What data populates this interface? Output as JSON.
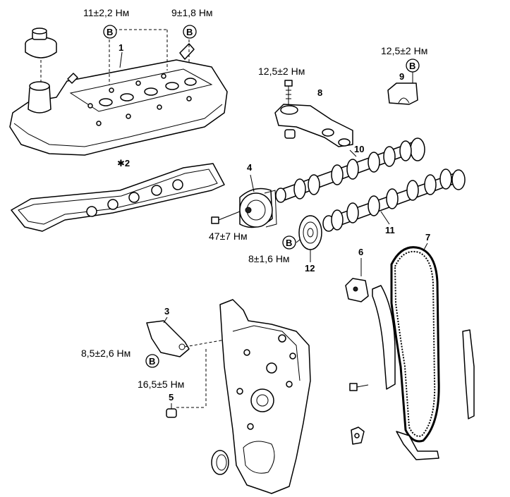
{
  "torques": {
    "t_cover_left": "11±2,2 Нм",
    "t_cover_right": "9±1,8 Нм",
    "t_part9": "12,5±2 Нм",
    "t_part8": "12,5±2 Нм",
    "t_sprocket4": "47±7 Нм",
    "t_gear12": "8±1,6 Нм",
    "t_part3": "8,5±2,6 Нм",
    "t_part5": "16,5±5 Нм"
  },
  "callouts": {
    "n1": "1",
    "n2": "✱2",
    "n3": "3",
    "n4": "4",
    "n5": "5",
    "n6": "6",
    "n7": "7",
    "n8": "8",
    "n9": "9",
    "n10": "10",
    "n11": "11",
    "n12": "12"
  },
  "bmark": "B"
}
